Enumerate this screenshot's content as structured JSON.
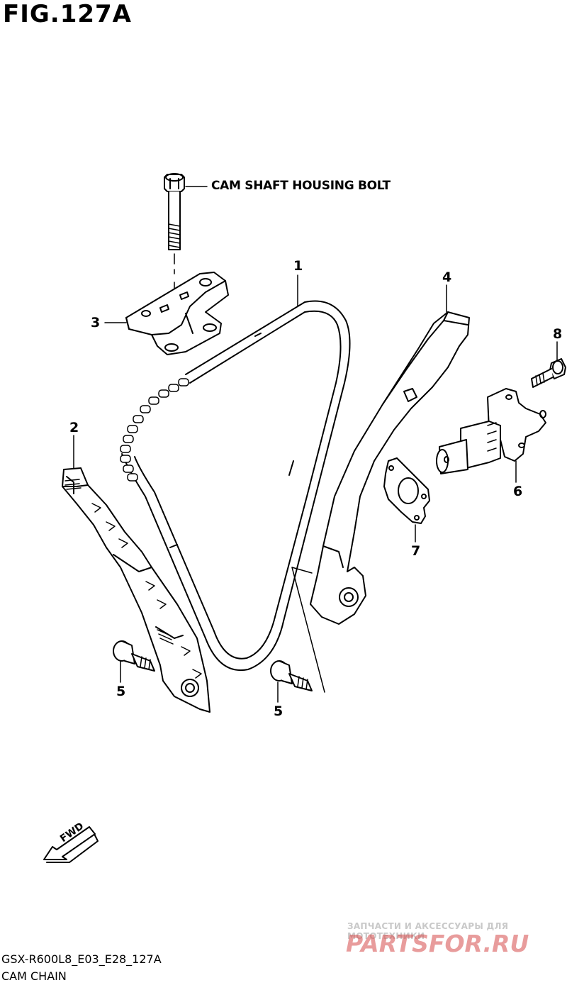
{
  "figure": {
    "title": "FIG.127A",
    "callout": "CAM SHAFT HOUSING BOLT",
    "fwd_label": "FWD",
    "code": "GSX-R600L8_E03_E28_127A",
    "name": "CAM CHAIN"
  },
  "parts": [
    {
      "number": "1"
    },
    {
      "number": "2"
    },
    {
      "number": "3"
    },
    {
      "number": "4"
    },
    {
      "number": "5"
    },
    {
      "number": "5"
    },
    {
      "number": "6"
    },
    {
      "number": "7"
    },
    {
      "number": "8"
    }
  ],
  "watermark": {
    "tagline": "ЗАПЧАСТИ И АКСЕССУАРЫ ДЛЯ МОТОТЕХНИКИ",
    "logo": "PARTSFOR.RU",
    "color": "#d64b4b"
  }
}
